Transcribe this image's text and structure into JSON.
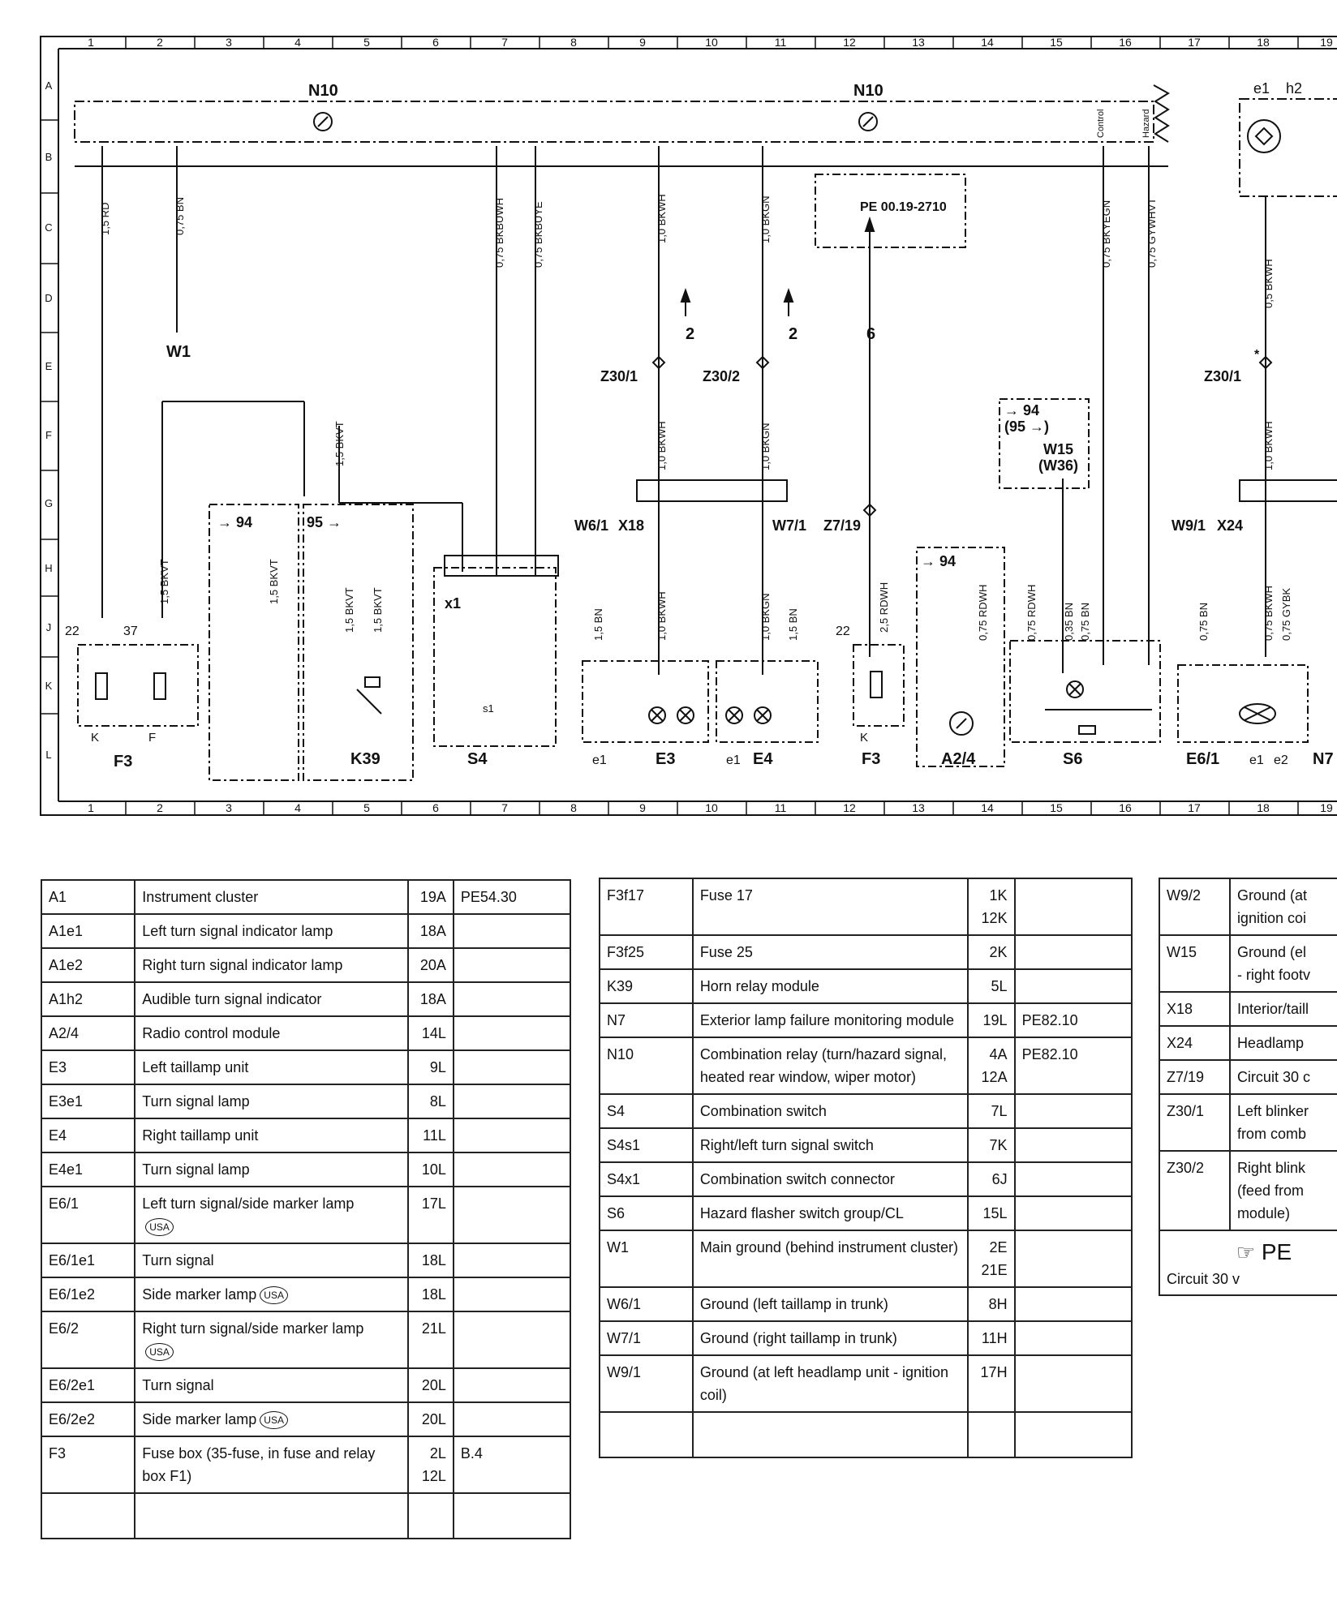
{
  "diagram": {
    "grid_columns": [
      "1",
      "2",
      "3",
      "4",
      "5",
      "6",
      "7",
      "8",
      "9",
      "10",
      "11",
      "12",
      "13",
      "14",
      "15",
      "16",
      "17",
      "18",
      "19"
    ],
    "grid_rows": [
      "A",
      "B",
      "C",
      "D",
      "E",
      "F",
      "G",
      "H",
      "J",
      "K",
      "L"
    ],
    "labels": {
      "n10_left": "N10",
      "n10_right": "N10",
      "w1": "W1",
      "z30_1": "Z30/1",
      "z30_2": "Z30/2",
      "z30_1_right": "Z30/1",
      "z30_star": "*",
      "w6_1": "W6/1",
      "x18": "X18",
      "w7_1": "W7/1",
      "z7_19": "Z7/19",
      "w9_1": "W9/1",
      "x24": "X24",
      "x1": "x1",
      "f3_left": "F3",
      "k39": "K39",
      "s4": "S4",
      "e3": "E3",
      "e4": "E4",
      "f3_mid": "F3",
      "a2_4": "A2/4",
      "s6": "S6",
      "e6_1": "E6/1",
      "n7": "N7",
      "e1_a": "e1",
      "e1_b": "e1",
      "e1_c": "e1",
      "e2": "e2",
      "s1": "s1",
      "e1_top": "e1",
      "h2_top": "h2",
      "pe_ref": "PE 00.19-2710",
      "arrow_2a": "2",
      "arrow_2b": "2",
      "arrow_6": "6",
      "ref_94": "→ 94",
      "ref_95": "95 →",
      "ref_94_box": "→ 94",
      "ref_95_box": "(95 →)",
      "w15": "W15",
      "w36": "(W36)",
      "ref_94_a24": "→ 94",
      "pin_22a": "22",
      "pin_37": "37",
      "pin_22b": "22",
      "k_left": "K",
      "f_left": "F",
      "k_mid": "K",
      "p_control": "Control",
      "p_hazard": "Hazard",
      "w_rd": "1,5  RD",
      "w_bn": "0,75  BN",
      "w_bkbuwh": "0,75  BKBUWH",
      "w_bkbuye": "0,75  BKBUYE",
      "w_bkwh_top": "1,0  BKWH",
      "w_bkgn_top": "1,0  BKGN",
      "w_bkyegn": "0,75  BKYEGN",
      "w_gywhvt": "0,75  GYWHVT",
      "w_bkvt_main": "1,5  BKVT",
      "w_bkvt_f3": "1,5  BKVT",
      "w_bkvt_94": "1,5  BKVT",
      "w_bkvt_95a": "1,5  BKVT",
      "w_bkvt_95b": "1,5  BKVT",
      "w_bkwh_mid": "1,0  BKWH",
      "w_bkgn_mid": "1,0  BKGN",
      "w_bn_e3": "1,5  BN",
      "w_bkwh_bot": "1,0  BKWH",
      "w_bkgn_bot": "1,0  BKGN",
      "w_bn_e4": "1,5  BN",
      "w_rdwh_f3": "2,5  RDWH",
      "w_rdwh_a24": "0,75  RDWH",
      "w_rdwh_s6": "0,75  RDWH",
      "w_bn_035": "0,35  BN",
      "w_bn_075": "0,75  BN",
      "w_bkwh_r1": "0,5  BKWH",
      "w_bkwh_r2": "1,0  BKWH",
      "w_bn_e61": "0,75  BN",
      "w_bkwh_r3": "0,75  BKWH",
      "w_gybk": "0,75  GYBK"
    }
  },
  "legend_tables": [
    {
      "rows": [
        {
          "code": "A1",
          "desc": "Instrument cluster",
          "loc": "19A",
          "ref": "PE54.30"
        },
        {
          "code": "A1e1",
          "desc": "Left turn signal indicator lamp",
          "loc": "18A",
          "ref": ""
        },
        {
          "code": "A1e2",
          "desc": "Right turn signal indicator lamp",
          "loc": "20A",
          "ref": ""
        },
        {
          "code": "A1h2",
          "desc": "Audible turn signal indicator",
          "loc": "18A",
          "ref": ""
        },
        {
          "code": "A2/4",
          "desc": "Radio control module",
          "loc": "14L",
          "ref": ""
        },
        {
          "code": "E3",
          "desc": "Left taillamp unit",
          "loc": "9L",
          "ref": ""
        },
        {
          "code": "E3e1",
          "desc": "Turn signal lamp",
          "loc": "8L",
          "ref": ""
        },
        {
          "code": "E4",
          "desc": "Right taillamp unit",
          "loc": "11L",
          "ref": ""
        },
        {
          "code": "E4e1",
          "desc": "Turn signal lamp",
          "loc": "10L",
          "ref": ""
        },
        {
          "code": "E6/1",
          "desc": "Left turn signal/side marker lamp",
          "badge": "USA",
          "loc": "17L",
          "ref": ""
        },
        {
          "code": "E6/1e1",
          "desc": "Turn signal",
          "loc": "18L",
          "ref": ""
        },
        {
          "code": "E6/1e2",
          "desc": "Side marker lamp",
          "badge": "USA",
          "loc": "18L",
          "ref": ""
        },
        {
          "code": "E6/2",
          "desc": "Right turn signal/side marker lamp",
          "badge": "USA",
          "loc": "21L",
          "ref": ""
        },
        {
          "code": "E6/2e1",
          "desc": "Turn signal",
          "loc": "20L",
          "ref": ""
        },
        {
          "code": "E6/2e2",
          "desc": "Side marker lamp",
          "badge": "USA",
          "loc": "20L",
          "ref": ""
        },
        {
          "code": "F3",
          "desc": "Fuse box (35-fuse, in fuse and relay box F1)",
          "loc": "2L\n12L",
          "ref": "B.4"
        }
      ]
    },
    {
      "rows": [
        {
          "code": "F3f17",
          "desc": "Fuse 17",
          "loc": "1K\n12K",
          "ref": ""
        },
        {
          "code": "F3f25",
          "desc": "Fuse 25",
          "loc": "2K",
          "ref": ""
        },
        {
          "code": "K39",
          "desc": "Horn relay module",
          "loc": "5L",
          "ref": ""
        },
        {
          "code": "N7",
          "desc": "Exterior lamp failure monitoring module",
          "loc": "19L",
          "ref": "PE82.10"
        },
        {
          "code": "N10",
          "desc": "Combination relay (turn/hazard signal,\nheated rear window, wiper motor)",
          "loc": "4A\n12A",
          "ref": "PE82.10"
        },
        {
          "code": "S4",
          "desc": "Combination switch",
          "loc": "7L",
          "ref": ""
        },
        {
          "code": "S4s1",
          "desc": "Right/left turn signal switch",
          "loc": "7K",
          "ref": ""
        },
        {
          "code": "S4x1",
          "desc": "Combination switch connector",
          "loc": "6J",
          "ref": ""
        },
        {
          "code": "S6",
          "desc": "Hazard flasher switch group/CL",
          "loc": "15L",
          "ref": ""
        },
        {
          "code": "W1",
          "desc": "Main ground (behind instrument cluster)",
          "loc": "2E\n21E",
          "ref": ""
        },
        {
          "code": "W6/1",
          "desc": "Ground (left taillamp in trunk)",
          "loc": "8H",
          "ref": ""
        },
        {
          "code": "W7/1",
          "desc": "Ground (right taillamp in trunk)",
          "loc": "11H",
          "ref": ""
        },
        {
          "code": "W9/1",
          "desc": "Ground (at left headlamp unit - ignition coil)",
          "loc": "17H",
          "ref": ""
        }
      ]
    },
    {
      "rows": [
        {
          "code": "W9/2",
          "desc": "Ground (at\nignition coi"
        },
        {
          "code": "W15",
          "desc": "Ground (el\n- right footv"
        },
        {
          "code": "X18",
          "desc": "Interior/taill"
        },
        {
          "code": "X24",
          "desc": "Headlamp"
        },
        {
          "code": "Z7/19",
          "desc": "Circuit 30 c"
        },
        {
          "code": "Z30/1",
          "desc": "Left blinker\nfrom comb"
        },
        {
          "code": "Z30/2",
          "desc": "Right blink\n(feed from\nmodule)"
        }
      ],
      "note": {
        "symbol": "☞",
        "ref": "PE",
        "text": "Circuit 30 v"
      }
    }
  ]
}
